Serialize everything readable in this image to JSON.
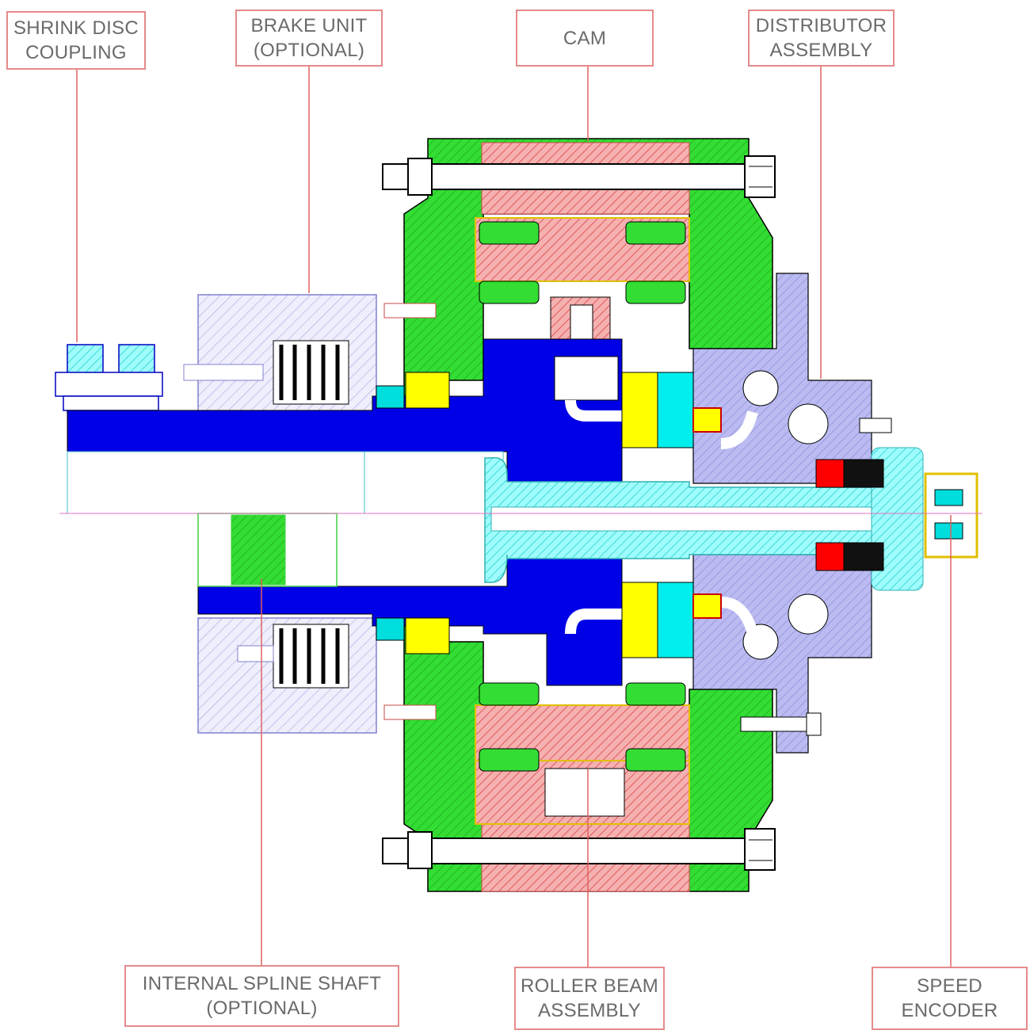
{
  "callouts": {
    "shrink_disc_coupling": {
      "line1": "SHRINK DISC",
      "line2": "COUPLING"
    },
    "brake_unit": {
      "line1": "BRAKE UNIT",
      "line2": "(OPTIONAL)"
    },
    "cam": {
      "line1": "CAM"
    },
    "distributor_assembly": {
      "line1": "DISTRIBUTOR",
      "line2": "ASSEMBLY"
    },
    "internal_spline_shaft": {
      "line1": "INTERNAL SPLINE SHAFT",
      "line2": "(OPTIONAL)"
    },
    "roller_beam_assembly": {
      "line1": "ROLLER BEAM",
      "line2": "ASSEMBLY"
    },
    "speed_encoder": {
      "line1": "SPEED",
      "line2": "ENCODER"
    }
  },
  "colors": {
    "housing": "#33dd33",
    "cam": "#f2a0a0",
    "shaft": "#0000e6",
    "hub": "#88ffff",
    "distributor": "#b4b4f0",
    "bearing": "#ffff00",
    "seal": "#ff0000",
    "leader": "#e06060",
    "outline": "#000000"
  }
}
